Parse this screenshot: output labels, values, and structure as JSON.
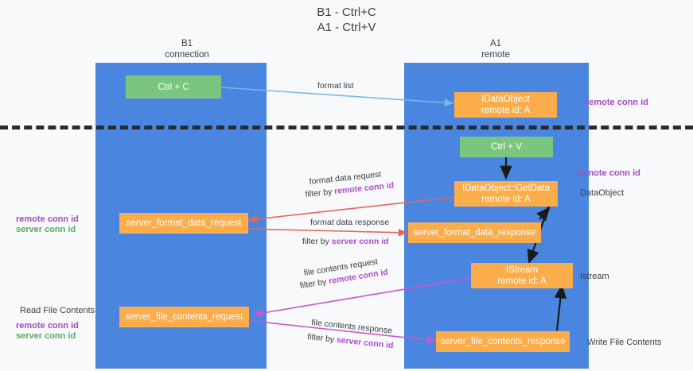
{
  "title": "B1 - Ctrl+C\nA1 - Ctrl+V",
  "columns": [
    {
      "name": "B1",
      "role": "connection",
      "header": "B1\nconnection"
    },
    {
      "name": "A1",
      "role": "remote",
      "header": "A1\nremote"
    }
  ],
  "boxes": {
    "ctrl_c": "Ctrl + C",
    "ctrl_v": "Ctrl + V",
    "idataobject": "IDataObject\nremote id: A",
    "idataobject_getdata": "IDataObject::GetData\nremote id: A",
    "server_format_data_request": "server_format_data_request",
    "server_format_data_response": "server_format_data_response",
    "istream": "IStream\nremote id: A",
    "server_file_contents_request": "server_file_contents_request",
    "server_file_contents_response": "server_file_contents_response"
  },
  "edges": {
    "format_list": "format list",
    "format_data_request": "format data request",
    "format_data_request_filter_prefix": "filter by ",
    "format_data_request_filter_key": "remote conn id",
    "format_data_response": "format data response",
    "format_data_response_filter_prefix": "filter by ",
    "format_data_response_filter_key": "server conn id",
    "file_contents_request": "file contents request",
    "file_contents_request_filter_prefix": "filter by ",
    "file_contents_request_filter_key": "remote conn id",
    "file_contents_response": "file contents response",
    "file_contents_response_filter_prefix": "filter by ",
    "file_contents_response_filter_key": "server conn id"
  },
  "annotations": {
    "right_remote_conn_id_top": "remote conn id",
    "right_remote_conn_id_mid": "remote conn id",
    "right_dataobject": "DataObject",
    "right_istream": "Istream",
    "right_write_file_contents": "Write File Contents",
    "left_remote_conn_id": "remote conn id",
    "left_server_conn_id": "server conn id",
    "left_read_file_contents": "Read File Contents",
    "left_remote_conn_id_2": "remote conn id",
    "left_server_conn_id_2": "server conn id"
  },
  "colors": {
    "lane": "#4a86e0",
    "green_box": "#7bc67e",
    "orange_box": "#fbad4b",
    "purple_key": "#a64bc4",
    "green_key": "#5aa85e",
    "arrow_blue": "#7ab8e8",
    "arrow_red": "#e8645a",
    "arrow_magenta": "#cc55cc",
    "arrow_black": "#1a1a1a",
    "background": "#f8f9fa"
  }
}
